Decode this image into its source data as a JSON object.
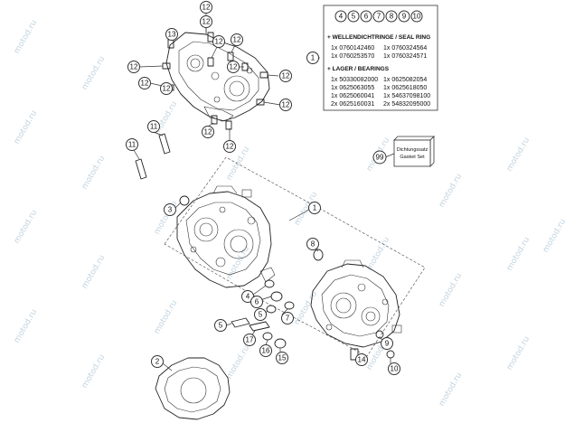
{
  "watermark_text": "motod.ru",
  "callouts": {
    "c1_top": "12",
    "c2_top": "12",
    "c13": "13",
    "c12_a": "12",
    "c12_b": "12",
    "c12_c": "12",
    "c12_d": "12",
    "c12_e": "12",
    "c12_f": "12",
    "c12_g": "12",
    "c12_h": "12",
    "c12_i": "12",
    "c12_j": "12",
    "c12_k": "12",
    "c1_panel": "1",
    "c11_a": "11",
    "c11_b": "11",
    "c3": "3",
    "c1_case": "1",
    "c99": "99",
    "c8": "8",
    "c4": "4",
    "c6": "6",
    "c5_a": "5",
    "c7": "7",
    "c5_b": "5",
    "c17": "17",
    "c16": "16",
    "c15": "15",
    "c9": "9",
    "c14": "14",
    "c10": "10",
    "c2": "2"
  },
  "panel": {
    "numbers": [
      "4",
      "5",
      "6",
      "7",
      "8",
      "9",
      "10"
    ],
    "seal_heading": "+ WELLENDICHTRINGE / SEAL RING",
    "seal_items": [
      "1x 0760142460",
      "1x 0760324564",
      "1x 0760253570",
      "1x 0760324571"
    ],
    "bearing_heading": "+ LAGER / BEARINGS",
    "bearing_items": [
      "1x 50330082000",
      "1x 0625082054",
      "1x 0625063055",
      "1x 0625618050",
      "1x 0625060041",
      "1x 54637098100",
      "2x 0625160031",
      "2x 54832095000"
    ]
  },
  "gasket": {
    "line1": "Dichtungssatz",
    "line2": "Gasket Set"
  }
}
